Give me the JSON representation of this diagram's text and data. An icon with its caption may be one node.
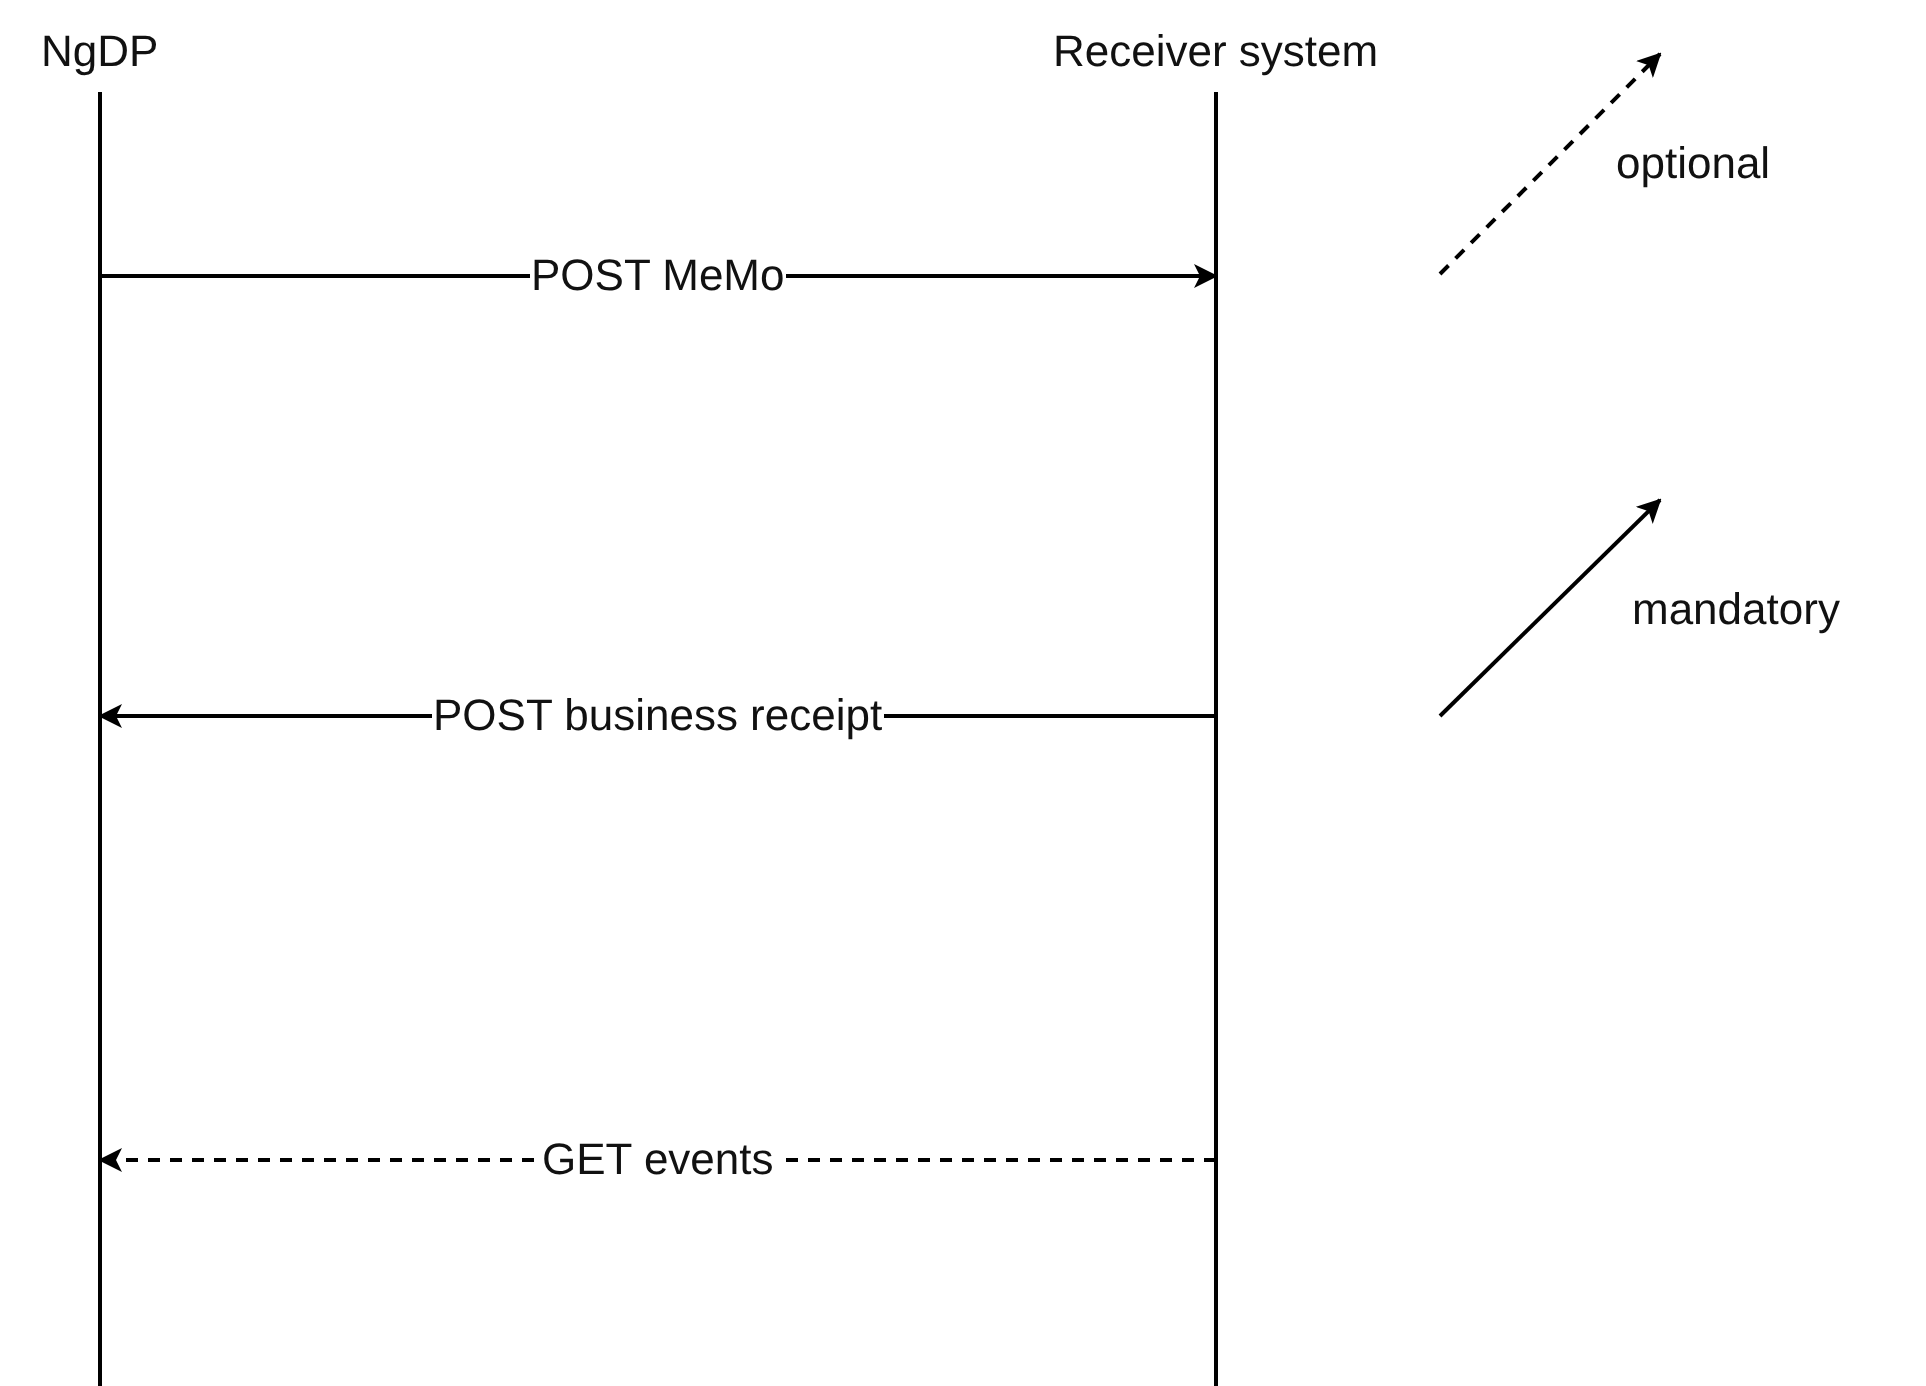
{
  "diagram": {
    "nodes": [
      {
        "text": [
          "NgDP"
        ]
      },
      {
        "text": [
          "Receiver system"
        ]
      }
    ],
    "edges": [
      {
        "from": 0,
        "to": 1,
        "arrow": "to",
        "label": "POST MeMo"
      },
      {
        "from": 1,
        "to": 0,
        "arrow": "to",
        "label": "POST business receipt"
      },
      {
        "from": 1,
        "to": 0,
        "arrow": "to",
        "label": "GET events",
        "style": "dashed"
      }
    ],
    "legend": [
      {
        "text": "optional"
      },
      {
        "text": "mandatory"
      }
    ]
  }
}
